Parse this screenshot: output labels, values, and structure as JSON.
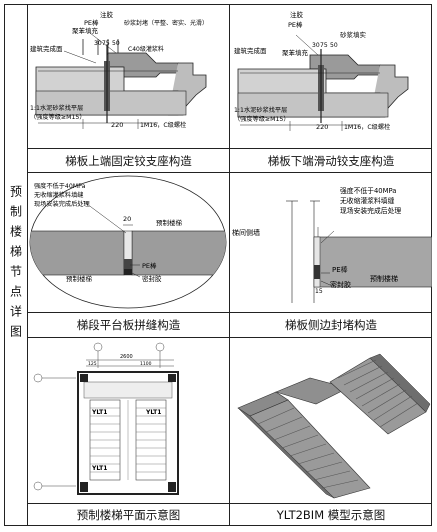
{
  "side_label": "预制楼梯节点详图",
  "captions": [
    "梯板上端固定铰支座构造",
    "梯板下端滑动铰支座构造",
    "梯段平台板拼缝构造",
    "梯板侧边封堵构造",
    "预制楼梯平面示意图",
    "YLT2BIM 模型示意图"
  ],
  "diagram1": {
    "labels": [
      "注胶",
      "PE棒",
      "砂浆封堵（平整、密实、光滑）",
      "聚苯填充",
      "建筑完成面",
      "C40级灌浆料",
      "1:1水泥砂浆找平层",
      "（强度等级≥M15）",
      "1M16，C级螺栓"
    ],
    "dims": [
      "30",
      "75",
      "50",
      "220"
    ]
  },
  "diagram2": {
    "labels": [
      "注胶",
      "PE棒",
      "砂浆填实",
      "建筑完成面",
      "聚苯填充",
      "1:1水泥砂浆找平层",
      "（强度等级≥M15）",
      "1M16，C级螺栓"
    ],
    "dims": [
      "30",
      "75",
      "50",
      "220"
    ]
  },
  "diagram3": {
    "labels": [
      "强度不低于40MPa",
      "无收缩灌浆料填缝",
      "现场安装完成后处理",
      "预制楼梯",
      "预制楼梯",
      "PE棒",
      "密封胶"
    ],
    "dims": [
      "20"
    ]
  },
  "diagram4": {
    "labels": [
      "强度不低于40MPa",
      "无收缩灌浆料填缝",
      "现场安装完成后处理",
      "梯间侧墙",
      "PE棒",
      "密封胶",
      "预制楼梯"
    ],
    "dims": [
      "15"
    ]
  },
  "diagram5": {
    "labels": [
      "YLT1",
      "YLT1",
      "YLT1"
    ],
    "dims": [
      "2600",
      "125",
      "1100"
    ]
  }
}
